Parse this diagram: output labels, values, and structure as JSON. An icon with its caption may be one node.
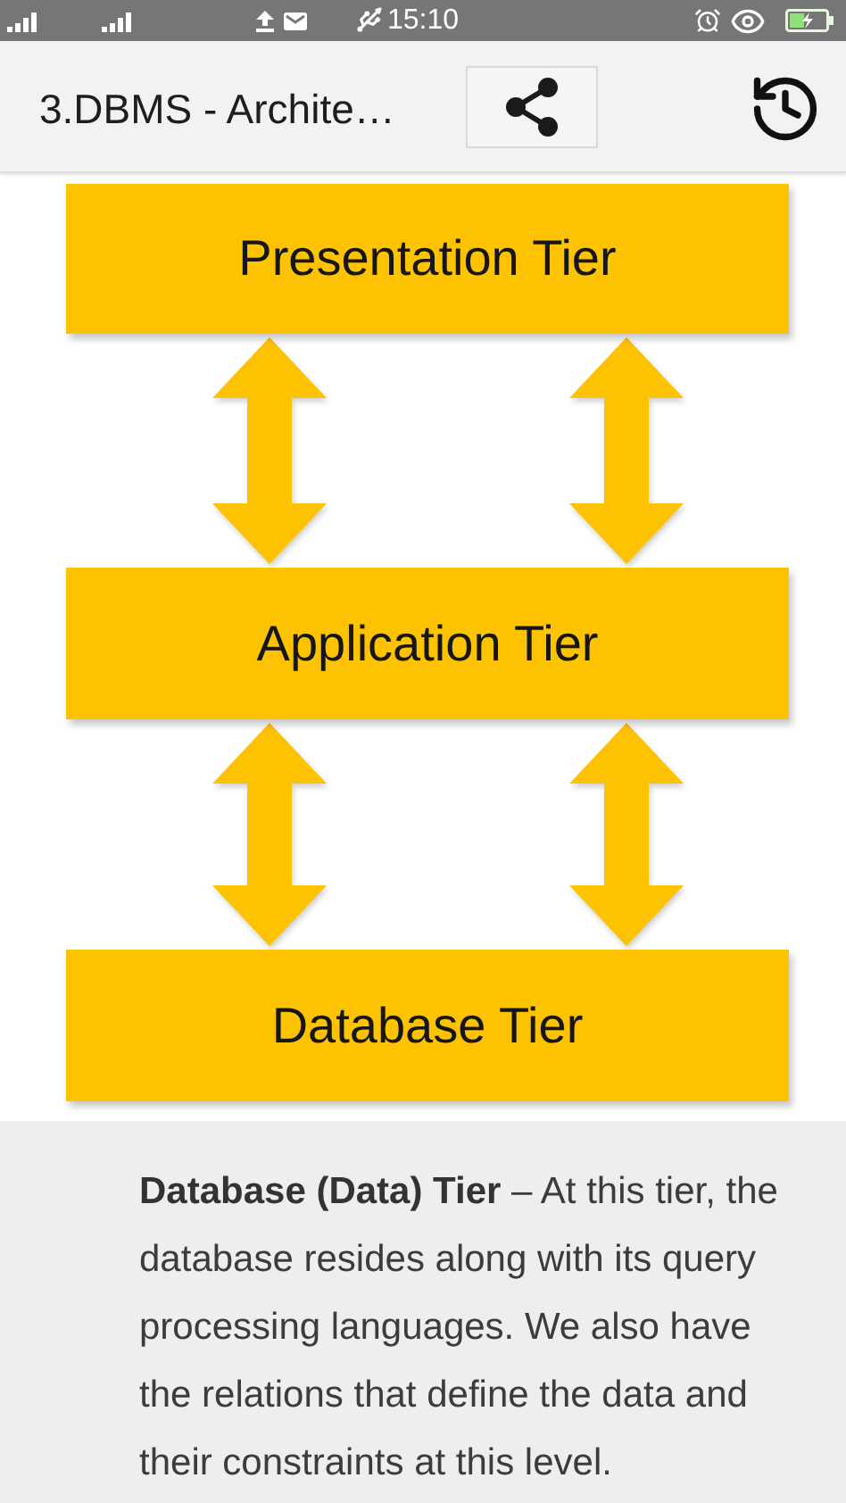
{
  "diagram": {
    "title": "3.DBMS - Archite…",
    "nodes": [
      {
        "text": [
          "Presentation Tier"
        ]
      },
      {
        "text": [
          "Application Tier"
        ]
      },
      {
        "text": [
          "Database Tier"
        ]
      }
    ],
    "edges": [
      {
        "from": 0,
        "to": 1,
        "arrow": "both"
      },
      {
        "from": 0,
        "to": 1,
        "arrow": "both"
      },
      {
        "from": 1,
        "to": 2,
        "arrow": "both"
      },
      {
        "from": 1,
        "to": 2,
        "arrow": "both"
      }
    ],
    "labels": [
      "15:10",
      "**Database (Data) Tier** – At this tier, the database resides along with its query processing languages. We also have the relations that define the data and their constraints at this level."
    ]
  }
}
